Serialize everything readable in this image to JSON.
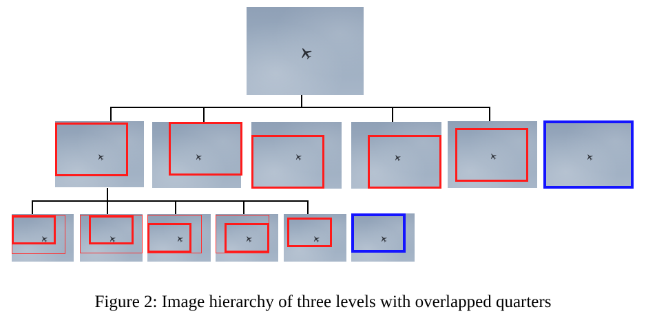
{
  "figure": {
    "caption": "Figure 2: Image hierarchy of three levels with overlapped quarters",
    "levels": [
      {
        "level": 1,
        "tiles": 1,
        "highlights": []
      },
      {
        "level": 2,
        "tiles": 6,
        "highlights": [
          "red",
          "red",
          "red",
          "red",
          "red",
          "blue"
        ]
      },
      {
        "level": 3,
        "tiles": 6,
        "highlights": [
          "red",
          "red",
          "red",
          "red",
          "red",
          "blue"
        ]
      }
    ],
    "colors": {
      "quarter": "#ff1a1a",
      "full": "#1414ff",
      "sky": "#9aabbf",
      "tree": "#000000"
    }
  }
}
